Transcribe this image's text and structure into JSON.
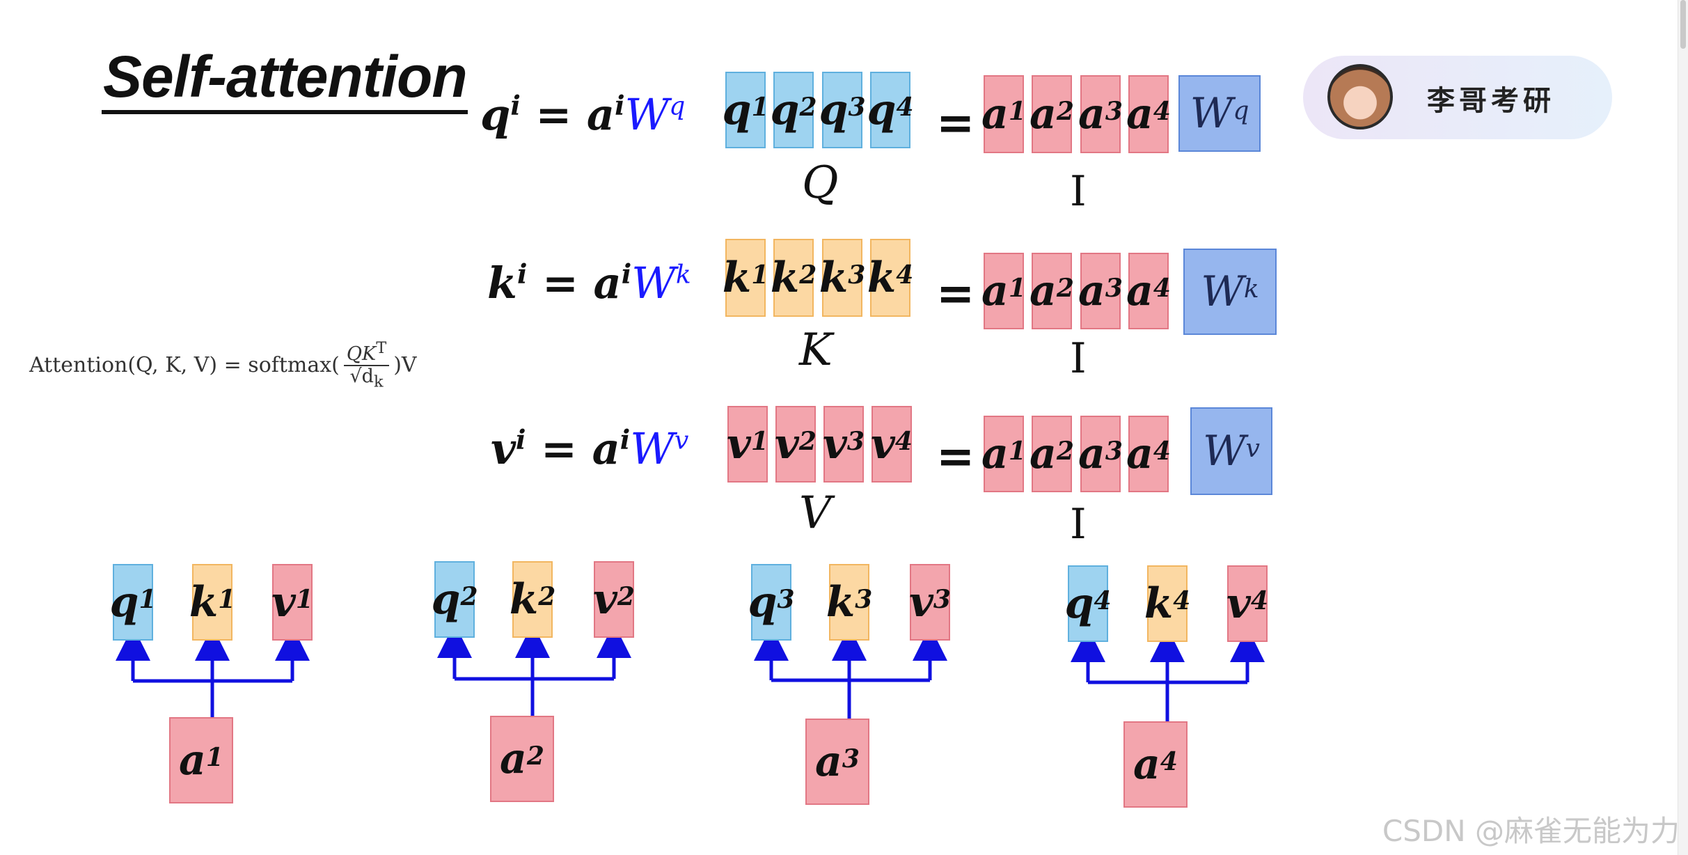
{
  "title": "Self-attention",
  "badge": {
    "name": "李哥考研"
  },
  "attention_formula": {
    "prefix": "Attention(Q, K, V) = softmax(",
    "numerator": "QK",
    "numerator_sup": "T",
    "denominator": "√d",
    "denominator_sub": "k",
    "suffix": ")V"
  },
  "rows": [
    {
      "id": "q",
      "lhs": {
        "var": "q",
        "sup": "i",
        "eq": " = ",
        "a": "a",
        "a_sup": "i",
        "w": "W",
        "w_sup": "q"
      },
      "cells": [
        {
          "v": "q",
          "s": "1"
        },
        {
          "v": "q",
          "s": "2"
        },
        {
          "v": "q",
          "s": "3"
        },
        {
          "v": "q",
          "s": "4"
        }
      ],
      "matrix_label": "Q",
      "equals": "=",
      "a_cells": [
        {
          "v": "a",
          "s": "1"
        },
        {
          "v": "a",
          "s": "2"
        },
        {
          "v": "a",
          "s": "3"
        },
        {
          "v": "a",
          "s": "4"
        }
      ],
      "w": {
        "v": "W",
        "s": "q"
      },
      "i_label": "I"
    },
    {
      "id": "k",
      "lhs": {
        "var": "k",
        "sup": "i",
        "eq": " = ",
        "a": "a",
        "a_sup": "i",
        "w": "W",
        "w_sup": "k"
      },
      "cells": [
        {
          "v": "k",
          "s": "1"
        },
        {
          "v": "k",
          "s": "2"
        },
        {
          "v": "k",
          "s": "3"
        },
        {
          "v": "k",
          "s": "4"
        }
      ],
      "matrix_label": "K",
      "equals": "=",
      "a_cells": [
        {
          "v": "a",
          "s": "1"
        },
        {
          "v": "a",
          "s": "2"
        },
        {
          "v": "a",
          "s": "3"
        },
        {
          "v": "a",
          "s": "4"
        }
      ],
      "w": {
        "v": "W",
        "s": "k"
      },
      "i_label": "I"
    },
    {
      "id": "v",
      "lhs": {
        "var": "v",
        "sup": "i",
        "eq": " = ",
        "a": "a",
        "a_sup": "i",
        "w": "W",
        "w_sup": "v"
      },
      "cells": [
        {
          "v": "v",
          "s": "1"
        },
        {
          "v": "v",
          "s": "2"
        },
        {
          "v": "v",
          "s": "3"
        },
        {
          "v": "v",
          "s": "4"
        }
      ],
      "matrix_label": "V",
      "equals": "=",
      "a_cells": [
        {
          "v": "a",
          "s": "1"
        },
        {
          "v": "a",
          "s": "2"
        },
        {
          "v": "a",
          "s": "3"
        },
        {
          "v": "a",
          "s": "4"
        }
      ],
      "w": {
        "v": "W",
        "s": "v"
      },
      "i_label": "I"
    }
  ],
  "trees": [
    {
      "q": "q",
      "k": "k",
      "v": "v",
      "a": "a",
      "s": "1"
    },
    {
      "q": "q",
      "k": "k",
      "v": "v",
      "a": "a",
      "s": "2"
    },
    {
      "q": "q",
      "k": "k",
      "v": "v",
      "a": "a",
      "s": "3"
    },
    {
      "q": "q",
      "k": "k",
      "v": "v",
      "a": "a",
      "s": "4"
    }
  ],
  "colors": {
    "query": "#9ed3f0",
    "key": "#fcd8a3",
    "value": "#f3a5ad",
    "weight": "#96b6ee",
    "arrow": "#1010e0",
    "weight_symbol": "#1a1aff"
  },
  "watermark": "CSDN @麻雀无能为力"
}
